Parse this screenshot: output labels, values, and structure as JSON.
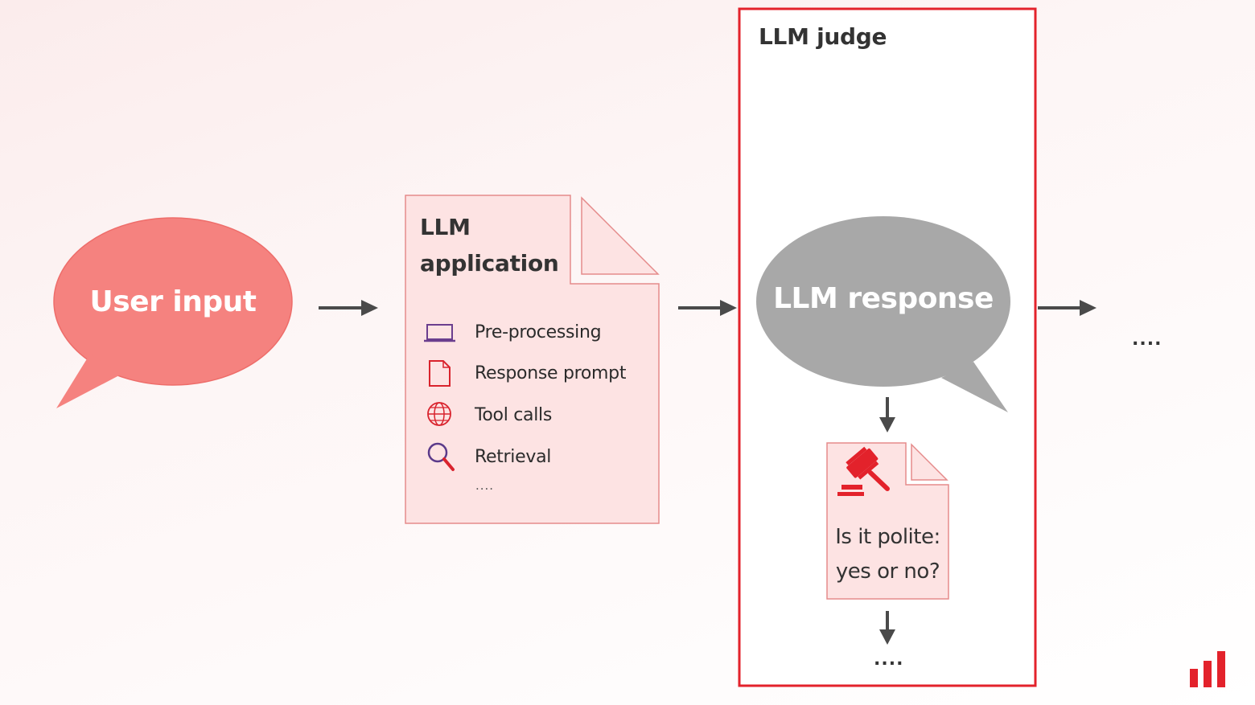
{
  "user_input": {
    "label": "User input"
  },
  "llm_application": {
    "title_line1": "LLM",
    "title_line2": "application",
    "items": [
      {
        "label": "Pre-processing",
        "icon": "laptop-icon"
      },
      {
        "label": "Response prompt",
        "icon": "document-icon"
      },
      {
        "label": "Tool calls",
        "icon": "globe-icon"
      },
      {
        "label": "Retrieval",
        "icon": "magnifier-icon"
      }
    ],
    "more": "...."
  },
  "llm_judge": {
    "title": "LLM judge",
    "response_label": "LLM response",
    "question_line1": "Is it polite:",
    "question_line2": "yes or no?",
    "more": "...."
  },
  "trailing_more": "....",
  "colors": {
    "user_bubble": "#f5827f",
    "response_bubble": "#a8a8a8",
    "doc_fill": "#fde3e3",
    "doc_stroke": "#e58b8b",
    "judge_border": "#e3222b",
    "arrow": "#4a4a4a",
    "logo": "#e3222b",
    "gavel": "#e3222b"
  }
}
